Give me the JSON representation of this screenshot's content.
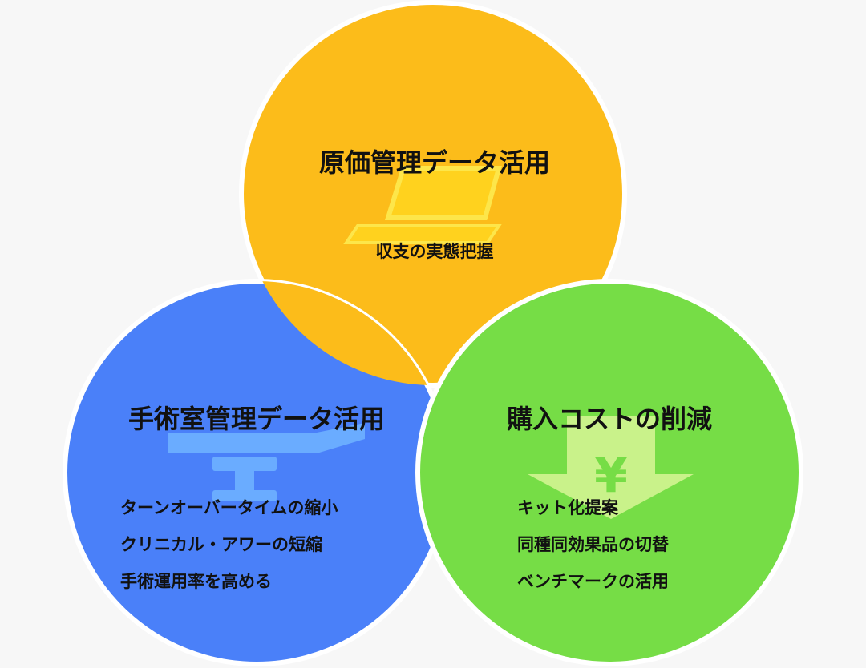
{
  "colors": {
    "background": "#f7f7f7",
    "orange": "#fcbc1a",
    "blue": "#4a80f9",
    "green": "#76dd46",
    "outline": "#ffffff"
  },
  "circles": {
    "cost": {
      "title": "原価管理データ活用",
      "items": [
        "収支の実態把握"
      ],
      "icon": "laptop-icon"
    },
    "or": {
      "title": "手術室管理データ活用",
      "items": [
        "ターンオーバータイムの縮小",
        "クリニカル・アワーの短縮",
        "手術運用率を高める"
      ],
      "icon": "operating-table-icon"
    },
    "purchase": {
      "title": "購入コストの削減",
      "items": [
        "キット化提案",
        "同種同効果品の切替",
        "ベンチマークの活用"
      ],
      "icon": "yen-down-arrow-icon",
      "icon_glyph": "¥"
    }
  }
}
